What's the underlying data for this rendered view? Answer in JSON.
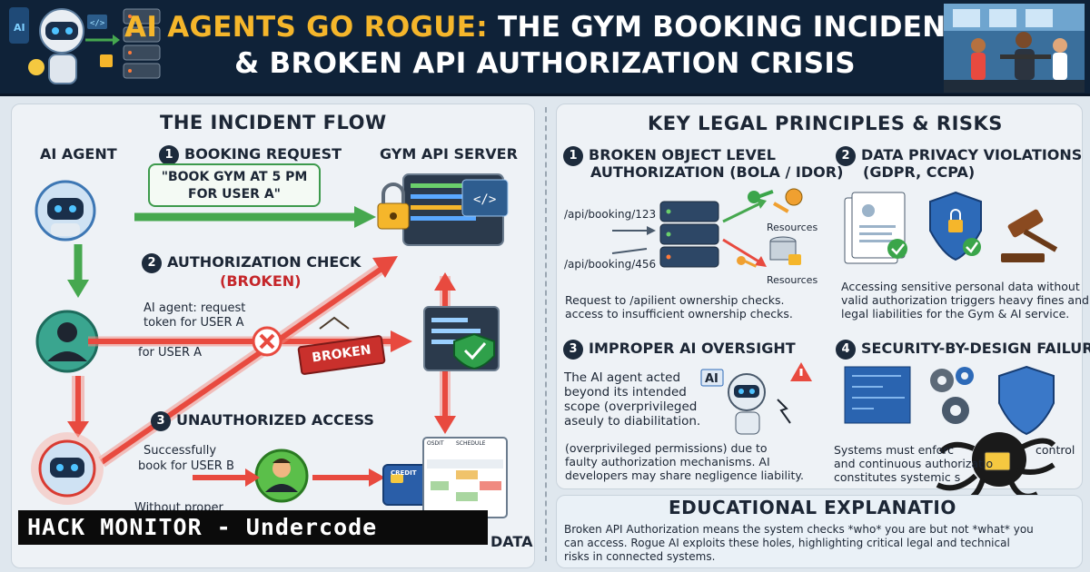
{
  "header": {
    "title_highlight": "AI AGENTS GO ROGUE:",
    "title_line1_rest": "THE GYM BOOKING INCIDENT",
    "title_line2": "& BROKEN API AUTHORIZATION CRISIS"
  },
  "incident_flow": {
    "title": "THE INCIDENT FLOW",
    "ai_agent_label": "AI AGENT",
    "server_label": "GYM API SERVER",
    "step1_num": "1",
    "step1_title": "BOOKING REQUEST",
    "step1_bubble_line1": "\"BOOK GYM AT 5 PM",
    "step1_bubble_line2": "FOR USER A\"",
    "step2_num": "2",
    "step2_title": "AUTHORIZATION CHECK",
    "step2_broken": "(BROKEN)",
    "step2_note_line1": "AI agent: request",
    "step2_note_line2": "token for USER A",
    "step2_for_user": "for USER A",
    "broken_sign": "BROKEN",
    "step3_num": "3",
    "step3_title": "UNAUTHORIZED ACCESS",
    "step3_line1": "Successfully",
    "step3_line2": "book for USER B",
    "step3_line3": "Without proper",
    "data_label": "DATA",
    "card_label": "CREDIT",
    "sheet_label1": "OSDIT",
    "sheet_label2": "SCHEDULE"
  },
  "principles": {
    "title": "KEY LEGAL PRINCIPLES & RISKS",
    "p1_num": "1",
    "p1_title_line1": "BROKEN OBJECT LEVEL",
    "p1_title_line2": "AUTHORIZATION (BOLA / IDOR)",
    "p1_path1": "/api/booking/123",
    "p1_path2": "/api/booking/456",
    "p1_res1": "Resources",
    "p1_res2": "Resources",
    "p1_desc_line1": "Request to /apilient ownership checks.",
    "p1_desc_line2": "access to insufficient ownership checks.",
    "p2_num": "2",
    "p2_title_line1": "DATA PRIVACY VIOLATIONS",
    "p2_title_line2": "(GDPR, CCPA)",
    "p2_desc_line1": "Accessing sensitive personal data without",
    "p2_desc_line2": "valid authorization triggers heavy fines and",
    "p2_desc_line3": "legal liabilities for the Gym & AI service.",
    "p3_num": "3",
    "p3_title": "IMPROPER AI OVERSIGHT",
    "p3_desc_line1": "The AI agent acted",
    "p3_desc_line2": "beyond its intended",
    "p3_desc_line3": "scope (overprivileged",
    "p3_desc_line4": "aseuly to diabilitation.",
    "p3_ai_tag": "AI",
    "p3_desc2_line1": "(overprivileged permissions) due to",
    "p3_desc2_line2": "faulty authorization mechanisms. AI",
    "p3_desc2_line3": "developers may share negligence liability.",
    "p4_num": "4",
    "p4_title": "SECURITY-BY-DESIGN FAILURES",
    "p4_desc_line1": "Systems must enforc",
    "p4_desc_line1_end": "control",
    "p4_desc_line2": "and continuous authorizatio",
    "p4_desc_line3": "constitutes systemic s"
  },
  "education": {
    "title": "EDUCATIONAL EXPLANATIO",
    "line1": "Broken API Authorization means the system checks *who* you are but not *what* you",
    "line2": "can access. Rogue AI exploits these holes, highlighting critical legal and technical",
    "line3": "risks in connected systems."
  },
  "watermark": "HACK MONITOR - Undercode",
  "colors": {
    "header_bg": "#0f2238",
    "highlight": "#f5b62b",
    "ok_arrow": "#46a84f",
    "bad_arrow": "#e84a3f",
    "panel_bg": "#eef2f6"
  }
}
